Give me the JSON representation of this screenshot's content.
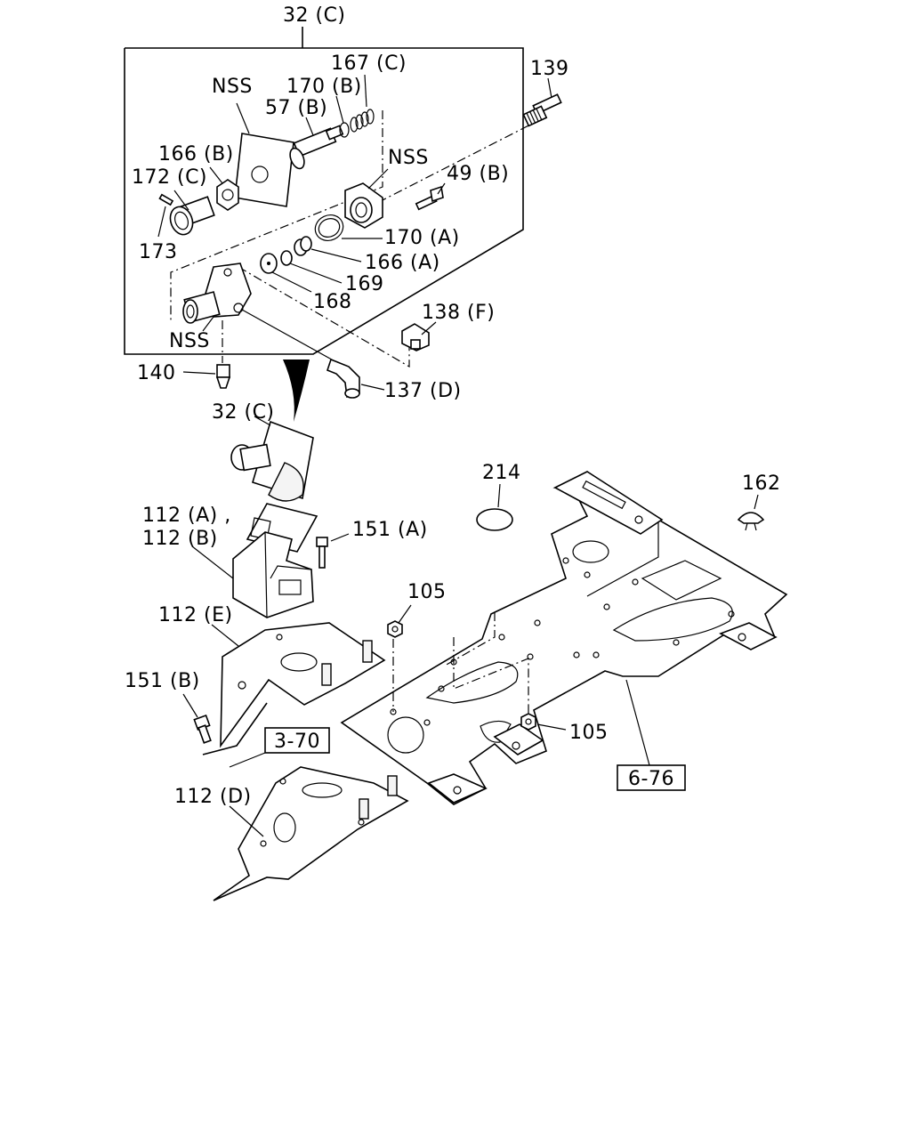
{
  "callouts": {
    "c32c_top": "32 (C)",
    "c167c": "167 (C)",
    "c139": "139",
    "c170b": "170 (B)",
    "cnss_top": "NSS",
    "c57b": "57 (B)",
    "c166b": "166 (B)",
    "c172c": "172 (C)",
    "cnss_mid": "NSS",
    "c49b": "49 (B)",
    "c173": "173",
    "c170a": "170 (A)",
    "c166a": "166 (A)",
    "c169": "169",
    "c168": "168",
    "c138f": "138 (F)",
    "cnss_bot": "NSS",
    "c140": "140",
    "c137d": "137 (D)",
    "c32c_mid": "32 (C)",
    "c214": "214",
    "c162": "162",
    "c112a": "112 (A) ,",
    "c112b": "112 (B)",
    "c151a": "151 (A)",
    "c105_top": "105",
    "c112e": "112 (E)",
    "c151b": "151 (B)",
    "c105_bot": "105",
    "c112d": "112 (D)"
  },
  "references": {
    "ref370": "3-70",
    "ref676": "6-76"
  }
}
